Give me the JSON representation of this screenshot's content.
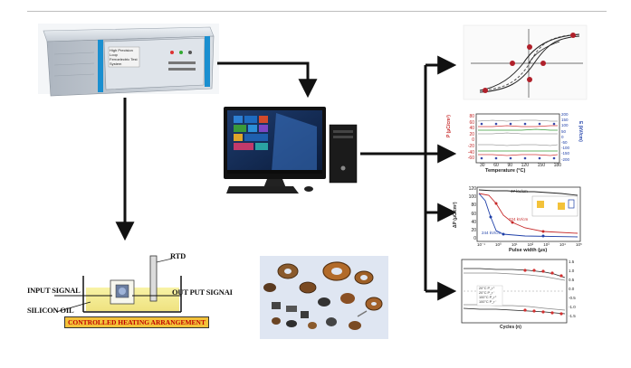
{
  "diagram": {
    "labels": {
      "rtd": "RTD",
      "input_signal": "INPUT SIGNAL",
      "output_signal": "OUT PUT SIGNAI",
      "silicon_oil": "SILICON OIL",
      "controlled_heating": "CONTROLLED HEATING ARRANGEMENT"
    },
    "instrument_panel_text": [
      "High Precision Loop",
      "Ferroelectric Test",
      "System"
    ],
    "panel_temperature": {
      "y_label_left": "P (μC/cm²)",
      "x_label": "Temperature (°C)",
      "y_label_right": "E (kV/cm)",
      "x_ticks": [
        "30",
        "60",
        "90",
        "120",
        "150",
        "180"
      ],
      "y_ticks_left": [
        "80",
        "60",
        "40",
        "20",
        "0",
        "-20",
        "-40",
        "-60"
      ],
      "y_ticks_right": [
        "200",
        "150",
        "100",
        "50",
        "0",
        "-50",
        "-100",
        "-150",
        "-200"
      ]
    },
    "panel_pulse": {
      "y_label": "ΔP (μC/cm²)",
      "x_label": "Pulse width (μs)",
      "x_ticks": [
        "10⁻¹",
        "10⁰",
        "10¹",
        "10²",
        "10³",
        "10⁴",
        "10⁵"
      ],
      "y_ticks": [
        "120",
        "100",
        "80",
        "60",
        "40",
        "20",
        "0"
      ],
      "annotations": [
        "47 kV/cm",
        "224 kV/cm",
        "244 kV/cm"
      ]
    },
    "panel_cycles": {
      "x_label": "Cycles (n)",
      "legend": [
        "20°C P_r⁺",
        "20°C P_r⁻",
        "100°C P_r⁺",
        "100°C P_r⁻"
      ],
      "y_ticks_right": [
        "1.5",
        "1.0",
        "0.5",
        "0.0",
        "-0.5",
        "-1.0",
        "-1.5"
      ]
    }
  }
}
